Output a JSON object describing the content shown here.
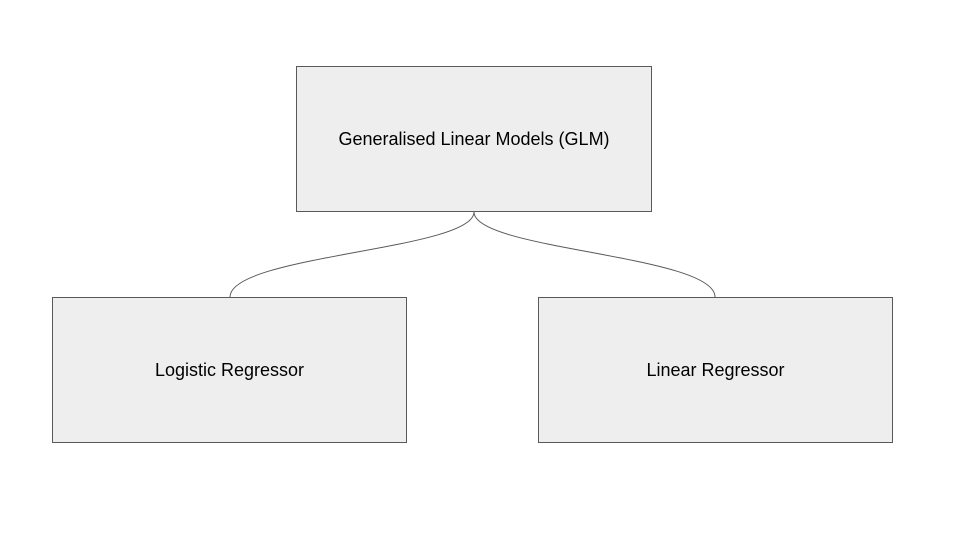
{
  "diagram": {
    "root": {
      "label": "Generalised Linear Models (GLM)"
    },
    "children": [
      {
        "label": "Logistic Regressor"
      },
      {
        "label": "Linear Regressor"
      }
    ]
  },
  "colors": {
    "node_fill": "#eeeeee",
    "node_border": "#595959",
    "connector": "#595959",
    "text": "#000000",
    "background": "#ffffff"
  }
}
